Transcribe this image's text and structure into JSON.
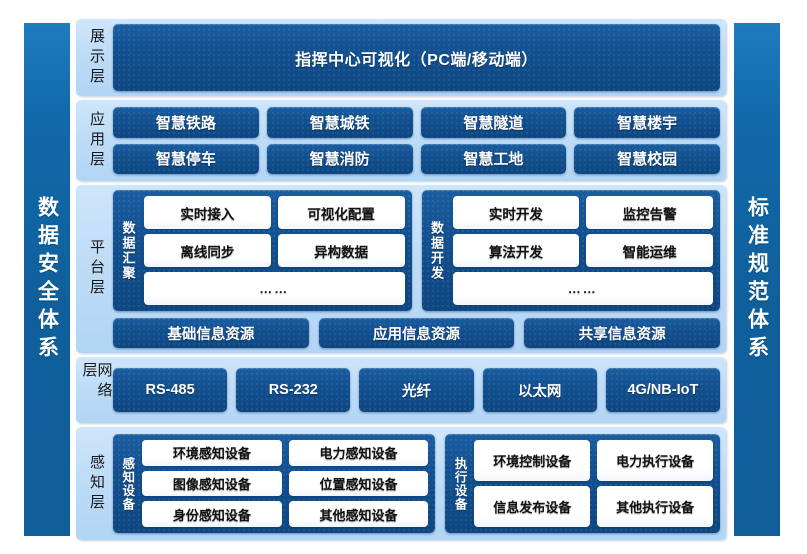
{
  "diagram": {
    "title_left_bar": "数据安全体系",
    "title_right_bar": "标准规范体系",
    "colors": {
      "page_background": "#4d6b4f",
      "card_background": "#ffffff",
      "layer_background": "#bedcf7",
      "box_dark_blue": "#12508f",
      "box_white": "#ffffff",
      "sidebar_blue": "#0f5f9c",
      "text_light": "#ffffff",
      "text_dark": "#111111"
    }
  },
  "layers": {
    "display": {
      "label": "展示层",
      "banner": "指挥中心可视化（PC端/移动端）"
    },
    "application": {
      "label": "应用层",
      "items": [
        "智慧铁路",
        "智慧城铁",
        "智慧隧道",
        "智慧楼宇",
        "智慧停车",
        "智慧消防",
        "智慧工地",
        "智慧校园"
      ]
    },
    "platform": {
      "label": "平台层",
      "groups": [
        {
          "label": "数据汇聚",
          "items": [
            "实时接入",
            "可视化配置",
            "离线同步",
            "异构数据"
          ],
          "more": "……"
        },
        {
          "label": "数据开发",
          "items": [
            "实时开发",
            "监控告警",
            "算法开发",
            "智能运维"
          ],
          "more": "……"
        }
      ],
      "resources": [
        "基础信息资源",
        "应用信息资源",
        "共享信息资源"
      ]
    },
    "network": {
      "label": "网络层",
      "items": [
        "RS-485",
        "RS-232",
        "光纤",
        "以太网",
        "4G/NB-IoT"
      ]
    },
    "perception": {
      "label": "感知层",
      "groups": [
        {
          "label": "感知设备",
          "items": [
            "环境感知设备",
            "电力感知设备",
            "图像感知设备",
            "位置感知设备",
            "身份感知设备",
            "其他感知设备"
          ]
        },
        {
          "label": "执行设备",
          "items": [
            "环境控制设备",
            "电力执行设备",
            "信息发布设备",
            "其他执行设备"
          ]
        }
      ]
    }
  }
}
